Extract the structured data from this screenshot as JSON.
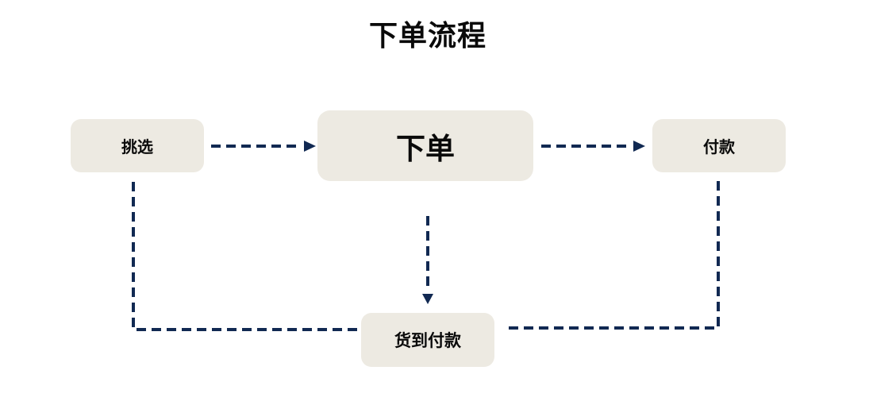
{
  "title": "下单流程",
  "colors": {
    "background": "#ffffff",
    "node_fill": "#edeae2",
    "node_text": "#0a0a0a",
    "edge": "#112952"
  },
  "nodes": {
    "pick": {
      "label": "挑选"
    },
    "order": {
      "label": "下单"
    },
    "pay": {
      "label": "付款"
    },
    "cod": {
      "label": "货到付款"
    }
  },
  "edges": [
    {
      "from": "挑选",
      "to": "下单",
      "style": "dashed",
      "arrowhead": true
    },
    {
      "from": "下单",
      "to": "付款",
      "style": "dashed",
      "arrowhead": true
    },
    {
      "from": "下单",
      "to": "货到付款",
      "style": "dashed",
      "arrowhead": true
    },
    {
      "from": "挑选",
      "to": "货到付款",
      "style": "dashed",
      "arrowhead": false
    },
    {
      "from": "付款",
      "to": "货到付款",
      "style": "dashed",
      "arrowhead": false
    }
  ]
}
